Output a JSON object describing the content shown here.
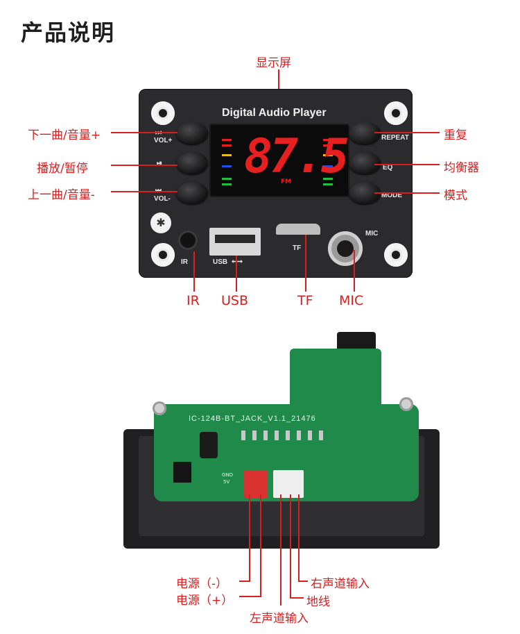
{
  "title": "产品说明",
  "front": {
    "display_label": "显示屏",
    "brand": "Digital Audio Player",
    "display_value": "87.5",
    "display_unit": "FM",
    "left_buttons": [
      {
        "callout": "下一曲/音量+",
        "label": "VOL+",
        "icon": "next-icon"
      },
      {
        "callout": "播放/暂停",
        "label": "",
        "icon": "play-pause-icon"
      },
      {
        "callout": "上一曲/音量-",
        "label": "VOL-",
        "icon": "prev-icon"
      }
    ],
    "right_buttons": [
      {
        "callout": "重复",
        "label": "REPEAT"
      },
      {
        "callout": "均衡器",
        "label": "EQ"
      },
      {
        "callout": "模式",
        "label": "MODE"
      }
    ],
    "ports": {
      "ir": {
        "label": "IR",
        "callout": "IR"
      },
      "usb": {
        "label": "USB",
        "callout": "USB"
      },
      "tf": {
        "label": "TF",
        "callout": "TF"
      },
      "mic": {
        "label": "MIC",
        "callout": "MIC"
      }
    },
    "bar_colors": [
      "#e62020",
      "#e6c020",
      "#2050e6",
      "#20c040"
    ]
  },
  "back": {
    "pcb_label": "IC-124B-BT_JACK_V1.1_21476",
    "silk_gnd": "GND",
    "silk_5v": "5V",
    "callouts": {
      "power_neg": "电源（-）",
      "power_pos": "电源（+）",
      "left_in": "左声道输入",
      "ground": "地线",
      "right_in": "右声道输入"
    }
  }
}
